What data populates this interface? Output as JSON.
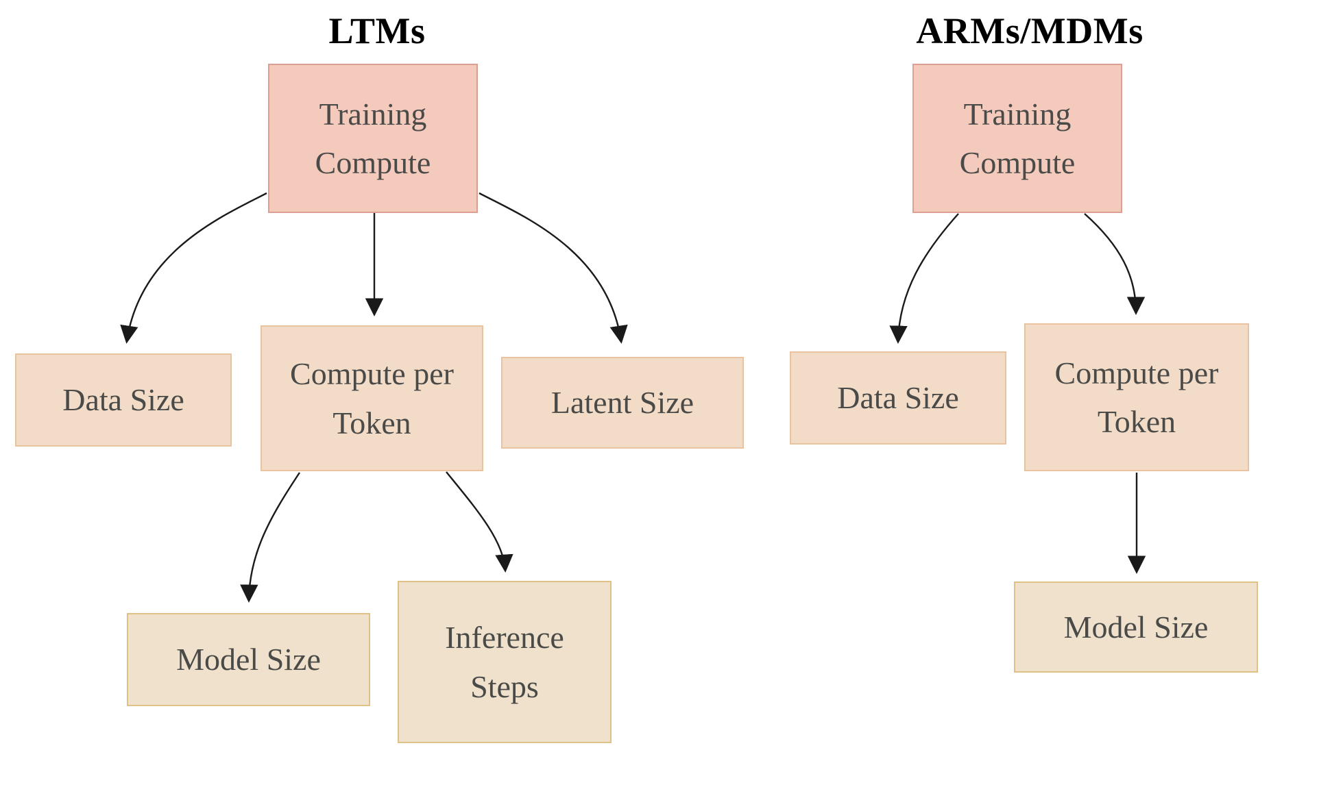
{
  "diagram": {
    "left_tree": {
      "title": "LTMs",
      "nodes": {
        "training_compute": {
          "label": "Training Compute",
          "level": "root"
        },
        "data_size": {
          "label": "Data Size",
          "level": "mid"
        },
        "compute_per_token": {
          "label": "Compute per Token",
          "level": "mid"
        },
        "latent_size": {
          "label": "Latent Size",
          "level": "mid"
        },
        "model_size": {
          "label": "Model Size",
          "level": "leaf"
        },
        "inference_steps": {
          "label": "Inference Steps",
          "level": "leaf"
        }
      },
      "edges": [
        {
          "from": "Training Compute",
          "to": "Data Size"
        },
        {
          "from": "Training Compute",
          "to": "Compute per Token"
        },
        {
          "from": "Training Compute",
          "to": "Latent Size"
        },
        {
          "from": "Compute per Token",
          "to": "Model Size"
        },
        {
          "from": "Compute per Token",
          "to": "Inference Steps"
        }
      ]
    },
    "right_tree": {
      "title": "ARMs/MDMs",
      "nodes": {
        "training_compute": {
          "label": "Training Compute",
          "level": "root"
        },
        "data_size": {
          "label": "Data Size",
          "level": "mid"
        },
        "compute_per_token": {
          "label": "Compute per Token",
          "level": "mid"
        },
        "model_size": {
          "label": "Model Size",
          "level": "leaf"
        }
      },
      "edges": [
        {
          "from": "Training Compute",
          "to": "Data Size"
        },
        {
          "from": "Training Compute",
          "to": "Compute per Token"
        },
        {
          "from": "Compute per Token",
          "to": "Model Size"
        }
      ]
    },
    "colors": {
      "root_fill": "#f4cabd",
      "root_border": "#dca092",
      "mid_fill": "#f3dcc7",
      "mid_border": "#e9c2a0",
      "leaf_fill": "#efe1cc",
      "leaf_border": "#dfc185",
      "text": "#4a4a48",
      "title": "#000000",
      "arrow": "#1a1a1a",
      "background": "#ffffff"
    }
  }
}
